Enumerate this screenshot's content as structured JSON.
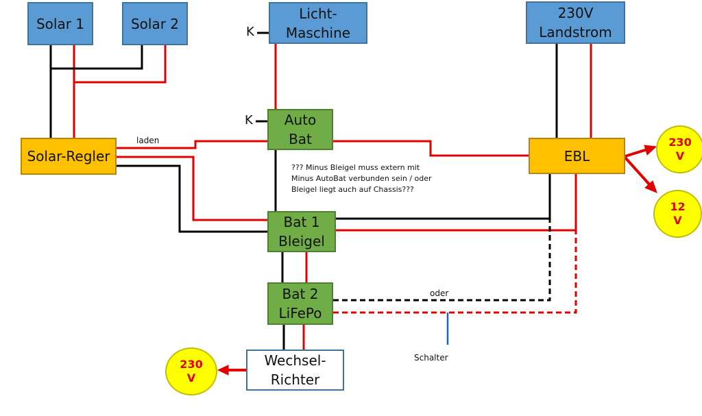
{
  "nodes": {
    "solar1": {
      "label": "Solar 1"
    },
    "solar2": {
      "label": "Solar 2"
    },
    "lichtmaschine": {
      "line1": "Licht-",
      "line2": "Maschine"
    },
    "landstrom": {
      "line1": "230V",
      "line2": "Landstrom"
    },
    "solar_regler": {
      "label": "Solar-Regler"
    },
    "autobat": {
      "line1": "Auto",
      "line2": "Bat"
    },
    "ebl": {
      "label": "EBL"
    },
    "bat1": {
      "line1": "Bat 1",
      "line2": "Bleigel"
    },
    "bat2": {
      "line1": "Bat 2",
      "line2": "LiFePo"
    },
    "wechselrichter": {
      "line1": "Wechsel-",
      "line2": "Richter"
    }
  },
  "outputs": {
    "ebl_230": {
      "line1": "230",
      "line2": "V"
    },
    "ebl_12": {
      "line1": "12",
      "line2": "V"
    },
    "wr_230": {
      "line1": "230",
      "line2": "V"
    }
  },
  "labels": {
    "k_lichtmaschine": "K",
    "k_autobat": "K",
    "laden": "laden",
    "oder": "oder",
    "schalter": "Schalter",
    "note_line1": "??? Minus Bleigel muss extern mit",
    "note_line2": "Minus AutoBat verbunden sein / oder",
    "note_line3": "Bleigel liegt auch auf Chassis???"
  },
  "colors": {
    "positive_wire": "#e00000",
    "negative_wire": "#000000",
    "switch": "#1f5fbf"
  }
}
